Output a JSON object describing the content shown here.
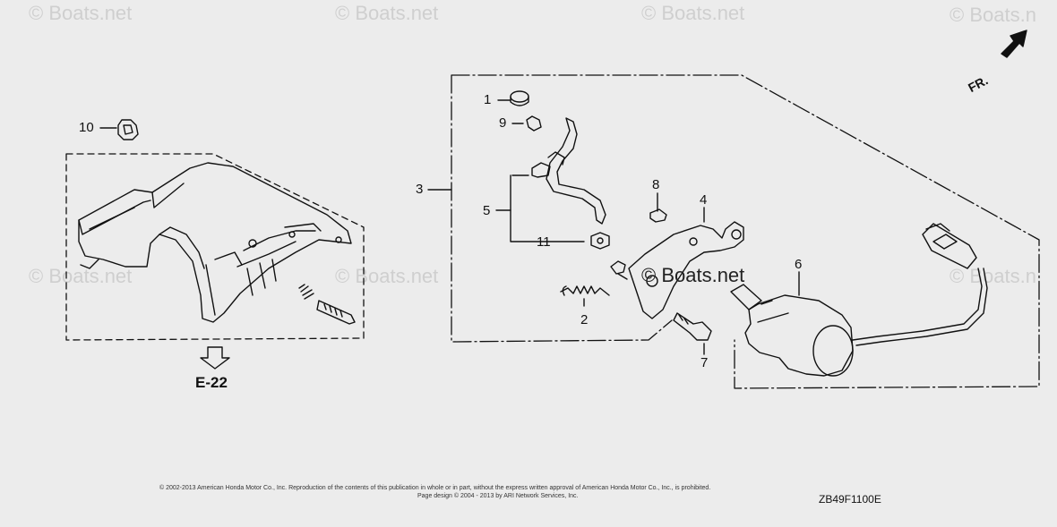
{
  "watermarks": [
    "© Boats.net",
    "© Boats.net",
    "© Boats.net",
    "© Boats.n",
    "© Boats.net",
    "© Boats.net",
    "© Boats.n"
  ],
  "center_watermark": "© Boats.net",
  "orientation_label": "FR.",
  "reference_label": "E-22",
  "callouts": {
    "c1": "1",
    "c2": "2",
    "c3": "3",
    "c4": "4",
    "c5": "5",
    "c6": "6",
    "c7": "7",
    "c8": "8",
    "c9": "9",
    "c10": "10",
    "c11": "11"
  },
  "copyright_line1": "© 2002-2013 American Honda Motor Co., Inc. Reproduction of the contents of this publication in whole or in part, without the express written approval of American Honda Motor Co., Inc., is prohibited.",
  "copyright_line2": "Page design © 2004 - 2013 by ARI Network Services, Inc.",
  "diagram_code": "ZB49F1100E"
}
